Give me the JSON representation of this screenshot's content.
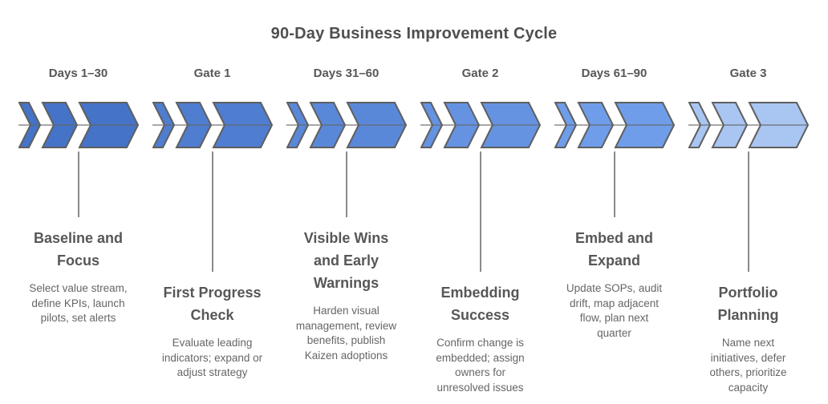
{
  "title": "90-Day Business Improvement Cycle",
  "colors": {
    "chevron_outline": "#5f5f5f",
    "timeline_line": "#666666",
    "connector_line": "#8a8a8a",
    "heading_text": "#4f4f4f",
    "stage_text": "#575757",
    "description_text": "#666666"
  },
  "stages": [
    {
      "label": "Days 1–30",
      "title": "Baseline and\nFocus",
      "desc": "Select value stream,\ndefine KPIs, launch\npilots, set alerts",
      "color": "#4573c7"
    },
    {
      "label": "Gate 1",
      "title": "First Progress\nCheck",
      "desc": "Evaluate leading\nindicators; expand or\nadjust strategy",
      "color": "#4f7dd0"
    },
    {
      "label": "Days 31–60",
      "title": "Visible Wins\nand Early\nWarnings",
      "desc": "Harden visual\nmanagement, review\nbenefits, publish\nKaizen adoptions",
      "color": "#5a88d9"
    },
    {
      "label": "Gate 2",
      "title": "Embedding\nSuccess",
      "desc": "Confirm change is\nembedded; assign\nowners for\nunresolved issues",
      "color": "#6593e2"
    },
    {
      "label": "Days 61–90",
      "title": "Embed and\nExpand",
      "desc": "Update SOPs, audit\ndrift, map adjacent\nflow, plan next\nquarter",
      "color": "#6f9dea"
    },
    {
      "label": "Gate 3",
      "title": "Portfolio\nPlanning",
      "desc": "Name next\ninitiatives, defer\nothers, prioritize\ncapacity",
      "color": "#a9c5f2"
    }
  ]
}
